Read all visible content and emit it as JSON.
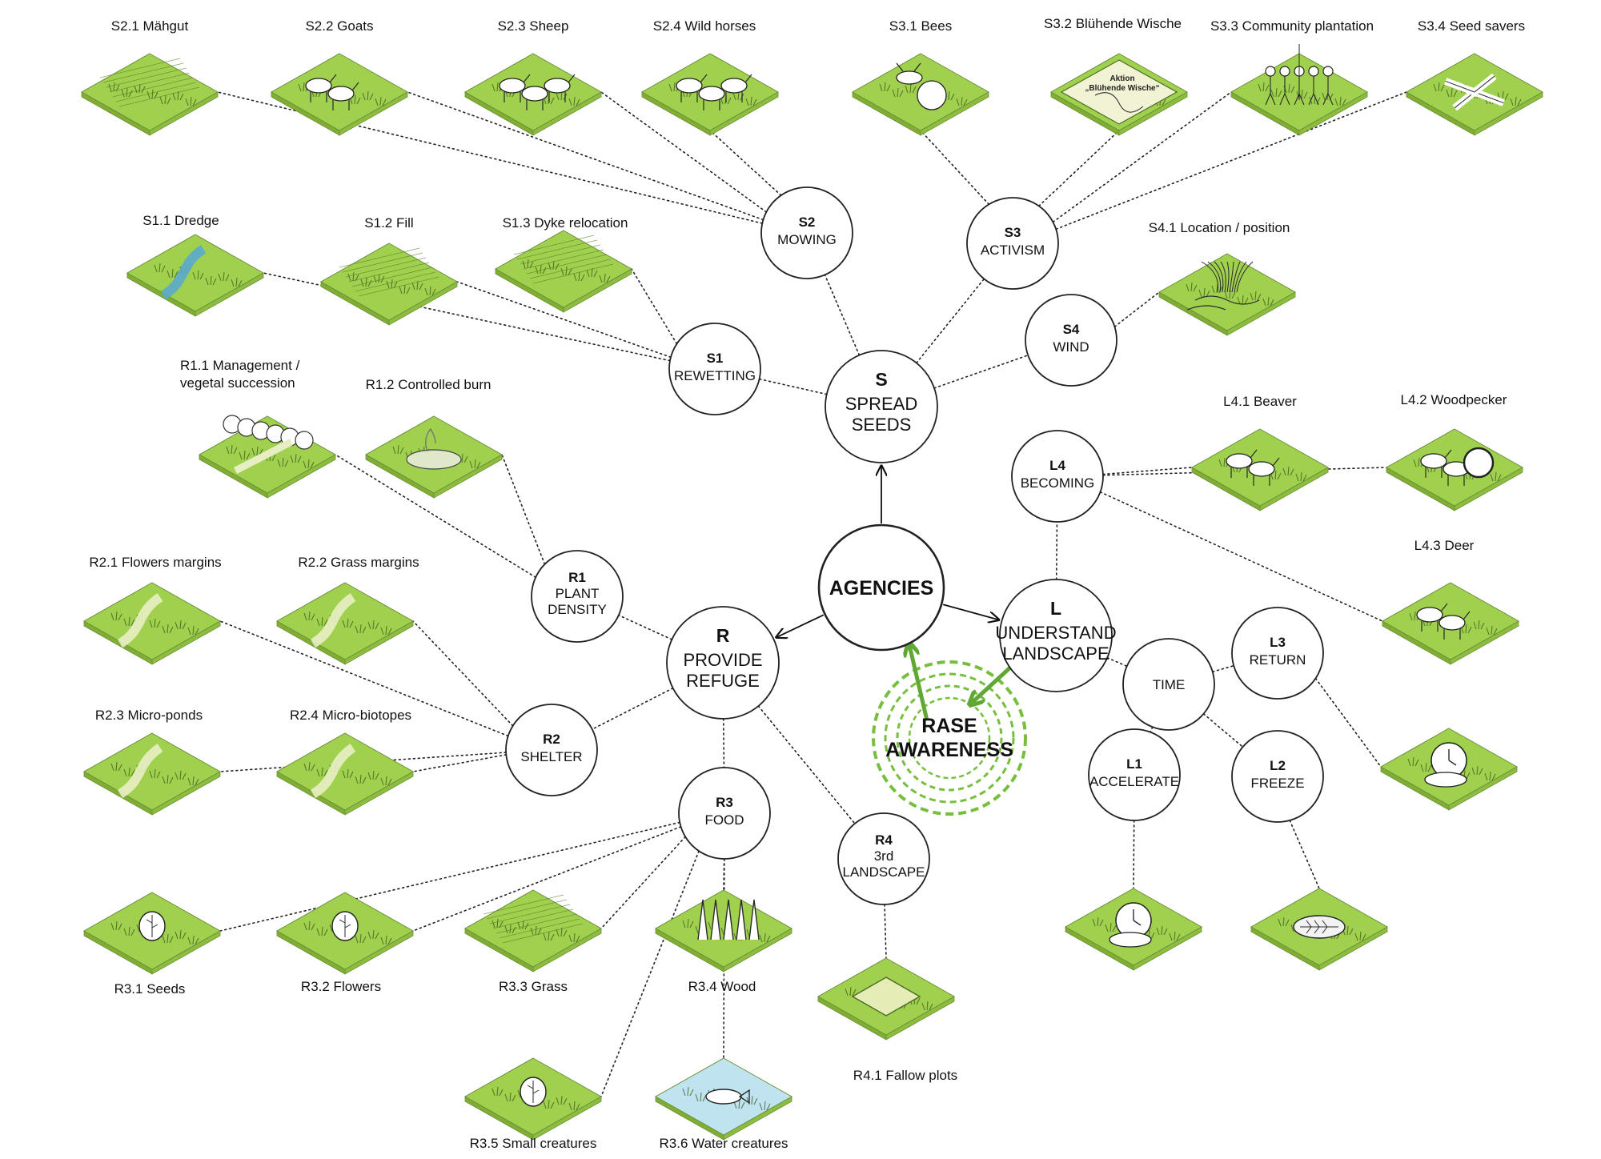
{
  "hub": {
    "label": "AGENCIES"
  },
  "awareness": {
    "line1": "RASE",
    "line2": "AWARENESS"
  },
  "main_nodes": [
    {
      "id": "S",
      "code": "S",
      "line1": "SPREAD",
      "line2": "SEEDS"
    },
    {
      "id": "R",
      "code": "R",
      "line1": "PROVIDE",
      "line2": "REFUGE"
    },
    {
      "id": "L",
      "code": "L",
      "line1": "UNDERSTAND",
      "line2": "LANDSCAPE"
    }
  ],
  "sub_nodes": [
    {
      "id": "S1",
      "code": "S1",
      "line1": "REWETTING",
      "line2": ""
    },
    {
      "id": "S2",
      "code": "S2",
      "line1": "MOWING",
      "line2": ""
    },
    {
      "id": "S3",
      "code": "S3",
      "line1": "ACTIVISM",
      "line2": ""
    },
    {
      "id": "S4",
      "code": "S4",
      "line1": "WIND",
      "line2": ""
    },
    {
      "id": "R1",
      "code": "R1",
      "line1": "PLANT",
      "line2": "DENSITY"
    },
    {
      "id": "R2",
      "code": "R2",
      "line1": "SHELTER",
      "line2": ""
    },
    {
      "id": "R3",
      "code": "R3",
      "line1": "FOOD",
      "line2": ""
    },
    {
      "id": "R4",
      "code": "R4",
      "line1": "3rd",
      "line2": "LANDSCAPE"
    },
    {
      "id": "L1",
      "code": "L1",
      "line1": "ACCELERATE",
      "line2": ""
    },
    {
      "id": "L2",
      "code": "L2",
      "line1": "FREEZE",
      "line2": ""
    },
    {
      "id": "L3",
      "code": "L3",
      "line1": "RETURN",
      "line2": ""
    },
    {
      "id": "L4",
      "code": "L4",
      "line1": "BECOMING",
      "line2": ""
    },
    {
      "id": "TIME",
      "code": "",
      "line1": "TIME",
      "line2": ""
    }
  ],
  "tiles": [
    {
      "id": "S2.1",
      "label": "S2.1 Mähgut",
      "parent": "S2",
      "icon": "hay-icon"
    },
    {
      "id": "S2.2",
      "label": "S2.2 Goats",
      "parent": "S2",
      "icon": "goat-icon"
    },
    {
      "id": "S2.3",
      "label": "S2.3 Sheep",
      "parent": "S2",
      "icon": "sheep-icon"
    },
    {
      "id": "S2.4",
      "label": "S2.4 Wild horses",
      "parent": "S2",
      "icon": "horse-icon"
    },
    {
      "id": "S3.1",
      "label": "S3.1 Bees",
      "parent": "S3",
      "icon": "bee-icon"
    },
    {
      "id": "S3.2",
      "label": "S3.2 Blühende Wische",
      "parent": "S3",
      "icon": "map-icon",
      "map_title": "Aktion",
      "map_subtitle": "„Blühende Wische“"
    },
    {
      "id": "S3.3",
      "label": "S3.3 Community plantation",
      "parent": "S3",
      "icon": "people-icon"
    },
    {
      "id": "S3.4",
      "label": "S3.4 Seed savers",
      "parent": "S3",
      "icon": "hands-icon"
    },
    {
      "id": "S1.1",
      "label": "S1.1 Dredge",
      "parent": "S1",
      "icon": "water-channel-icon"
    },
    {
      "id": "S1.2",
      "label": "S1.2 Fill",
      "parent": "S1",
      "icon": "fill-icon"
    },
    {
      "id": "S1.3",
      "label": "S1.3 Dyke relocation",
      "parent": "S1",
      "icon": "dyke-icon"
    },
    {
      "id": "S4.1",
      "label": "S4.1 Location / position",
      "parent": "S4",
      "icon": "wind-grass-icon"
    },
    {
      "id": "R1.1",
      "label": "R1.1 Management / vegetal succession",
      "label_lines": [
        "R1.1 Management /",
        "vegetal succession"
      ],
      "parent": "R1",
      "icon": "trees-icon"
    },
    {
      "id": "R1.2",
      "label": "R1.2 Controlled burn",
      "parent": "R1",
      "icon": "fire-icon"
    },
    {
      "id": "R2.1",
      "label": "R2.1 Flowers margins",
      "parent": "R2",
      "icon": "path-flowers-icon"
    },
    {
      "id": "R2.2",
      "label": "R2.2 Grass margins",
      "parent": "R2",
      "icon": "path-grass-icon"
    },
    {
      "id": "R2.3",
      "label": "R2.3 Micro-ponds",
      "parent": "R2",
      "icon": "path-ponds-icon"
    },
    {
      "id": "R2.4",
      "label": "R2.4 Micro-biotopes",
      "parent": "R2",
      "icon": "path-biotope-icon"
    },
    {
      "id": "R3.1",
      "label": "R3.1 Seeds",
      "parent": "R3",
      "icon": "seed-icon"
    },
    {
      "id": "R3.2",
      "label": "R3.2 Flowers",
      "parent": "R3",
      "icon": "flower-icon"
    },
    {
      "id": "R3.3",
      "label": "R3.3 Grass",
      "parent": "R3",
      "icon": "grass-icon"
    },
    {
      "id": "R3.4",
      "label": "R3.4 Wood",
      "parent": "R3",
      "icon": "wood-icon"
    },
    {
      "id": "R3.5",
      "label": "R3.5 Small creatures",
      "parent": "R3",
      "icon": "snail-icon"
    },
    {
      "id": "R3.6",
      "label": "R3.6 Water creatures",
      "parent": "R3",
      "icon": "fish-icon"
    },
    {
      "id": "R4.1",
      "label": "R4.1 Fallow plots",
      "parent": "R4",
      "icon": "plot-icon"
    },
    {
      "id": "L4.1",
      "label": "L4.1 Beaver",
      "parent": "L4",
      "icon": "beaver-icon"
    },
    {
      "id": "L4.2",
      "label": "L4.2 Woodpecker",
      "parent": "L4",
      "icon": "woodpecker-icon"
    },
    {
      "id": "L4.3",
      "label": "L4.3 Deer",
      "parent": "L4",
      "icon": "deer-icon"
    },
    {
      "id": "L3.1",
      "label": "",
      "parent": "L3",
      "icon": "pocket-watch-icon"
    },
    {
      "id": "L1.1",
      "label": "",
      "parent": "L1",
      "icon": "stopwatch-icon"
    },
    {
      "id": "L2.1",
      "label": "",
      "parent": "L2",
      "icon": "fossil-leaf-icon"
    }
  ],
  "edges": [
    [
      "S",
      "S1"
    ],
    [
      "S",
      "S2"
    ],
    [
      "S",
      "S3"
    ],
    [
      "S",
      "S4"
    ],
    [
      "R",
      "R1"
    ],
    [
      "R",
      "R2"
    ],
    [
      "R",
      "R3"
    ],
    [
      "R",
      "R4"
    ],
    [
      "L",
      "L4"
    ],
    [
      "L",
      "TIME"
    ],
    [
      "TIME",
      "L1"
    ],
    [
      "TIME",
      "L2"
    ],
    [
      "TIME",
      "L3"
    ]
  ],
  "arrows": [
    {
      "from": "AGENCIES",
      "to": "S"
    },
    {
      "from": "AGENCIES",
      "to": "R"
    },
    {
      "from": "AGENCIES",
      "to": "L"
    }
  ],
  "colors": {
    "tile_green": "#9fd04e",
    "tile_green_dark": "#7fae33",
    "tile_edge": "#6e8f3a",
    "water_blue": "#bfe3ef",
    "awareness_green": "#76bf3c",
    "line": "#222222"
  }
}
